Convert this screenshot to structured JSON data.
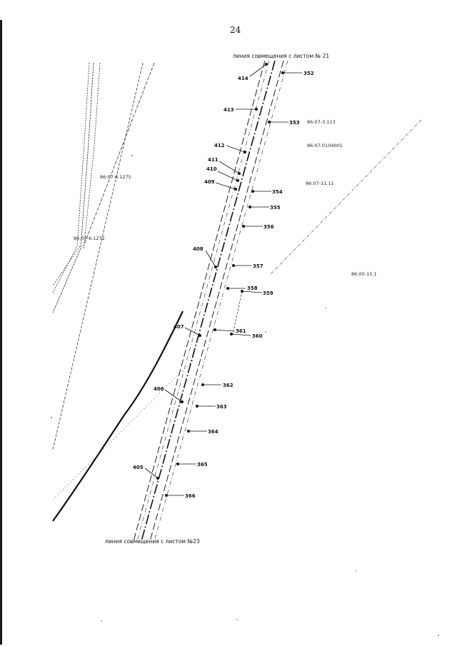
{
  "page_number": "24",
  "match_line_top": "линия совмещения с листом № 21",
  "match_line_bottom": "линия совмещения с листом №23",
  "parcels": [
    {
      "id": "parcel-1",
      "label": "86:07-3.113"
    },
    {
      "id": "parcel-2",
      "label": "86:07:0104001"
    },
    {
      "id": "parcel-3",
      "label": "86:07-11.11"
    },
    {
      "id": "parcel-4",
      "label": "86:07-6.1275"
    },
    {
      "id": "parcel-5",
      "label": "86:07-6.1272"
    },
    {
      "id": "parcel-6",
      "label": "86:00-15.1"
    }
  ],
  "points": [
    {
      "label": "352"
    },
    {
      "label": "353"
    },
    {
      "label": "354"
    },
    {
      "label": "355"
    },
    {
      "label": "356"
    },
    {
      "label": "357"
    },
    {
      "label": "358"
    },
    {
      "label": "359"
    },
    {
      "label": "361"
    },
    {
      "label": "360"
    },
    {
      "label": "362"
    },
    {
      "label": "363"
    },
    {
      "label": "364"
    },
    {
      "label": "365"
    },
    {
      "label": "366"
    },
    {
      "label": "414"
    },
    {
      "label": "413"
    },
    {
      "label": "412"
    },
    {
      "label": "411"
    },
    {
      "label": "410"
    },
    {
      "label": "409"
    },
    {
      "label": "408"
    },
    {
      "label": "407"
    },
    {
      "label": "406"
    },
    {
      "label": "405"
    }
  ],
  "colors": {
    "ink": "#111111",
    "line": "#222222"
  }
}
